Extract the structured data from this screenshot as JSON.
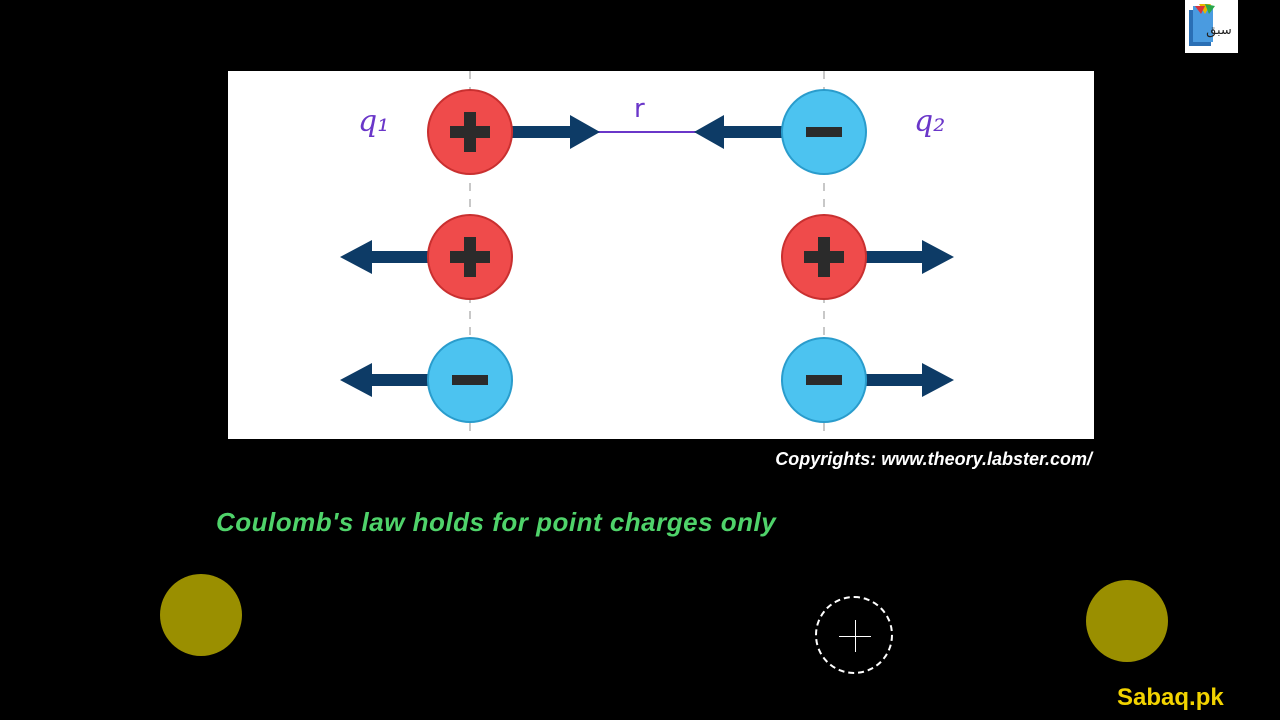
{
  "logo": {
    "text": "سبق",
    "icon": "book-icon"
  },
  "diagram": {
    "rows": [
      {
        "left": "+",
        "right": "-",
        "forces": "attract"
      },
      {
        "left": "+",
        "right": "+",
        "forces": "repel"
      },
      {
        "left": "-",
        "right": "-",
        "forces": "repel"
      }
    ],
    "labels": {
      "q1": "q₁",
      "q2": "q₂",
      "r": "r"
    },
    "colors": {
      "positive": "#ef4b4b",
      "negative": "#4cc3f0",
      "arrow": "#0d3b66",
      "annotation": "#6a36c9"
    }
  },
  "copyright": "Copyrights: www.theory.labster.com/",
  "caption": "Coulomb's law holds for point charges only",
  "brand": "Sabaq.pk"
}
